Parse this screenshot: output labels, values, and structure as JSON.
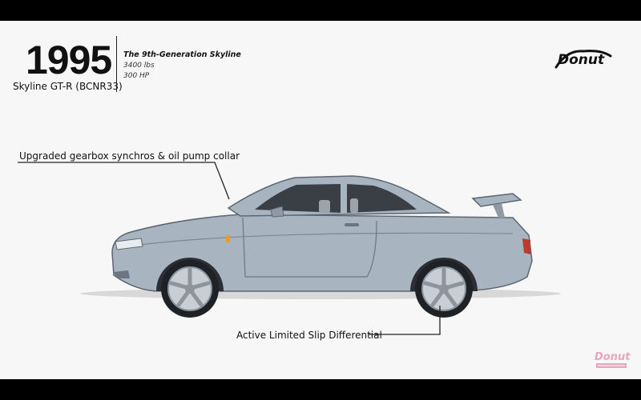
{
  "header": {
    "year": "1995",
    "model": "Skyline GT-R (BCNR33)",
    "generation": "The 9th-Generation Skyline",
    "weight": "3400 lbs",
    "power": "300 HP"
  },
  "callouts": {
    "top": "Upgraded gearbox synchros & oil pump collar",
    "bottom": "Active Limited Slip Differential"
  },
  "branding": {
    "logo_top": "Donut",
    "logo_bottom": "Donut"
  },
  "colors": {
    "background": "#f7f7f7",
    "car_body": "#a9b4c1",
    "text": "#111111",
    "logo_bottom": "#e6a6bd"
  }
}
